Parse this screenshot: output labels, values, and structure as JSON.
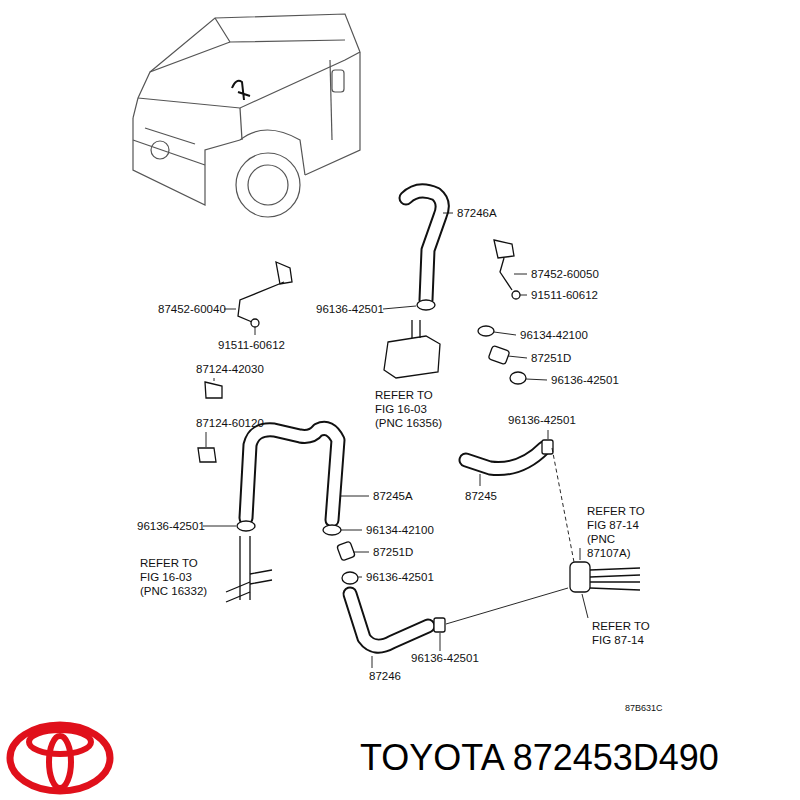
{
  "diagram": {
    "caption": "TOYOTA 872453D490",
    "labels": [
      "87246A",
      "87452-60050",
      "91511-60612",
      "87452-60040",
      "96136-42501",
      "91511-60612",
      "96134-42100",
      "REFER TO FIG 16-03 (PNC 16356)",
      "87124-42030",
      "87251D",
      "96136-42501",
      "87124-60120",
      "96136-42501",
      "87245A",
      "96136-42501",
      "96134-42100",
      "87245",
      "REFER TO FIG 87-14 (PNC 87107A)",
      "REFER TO FIG 16-03 (PNC 16332)",
      "87251D",
      "96136-42501",
      "REFER TO FIG 87-14",
      "96136-42501",
      "87246",
      "87B631C"
    ]
  }
}
